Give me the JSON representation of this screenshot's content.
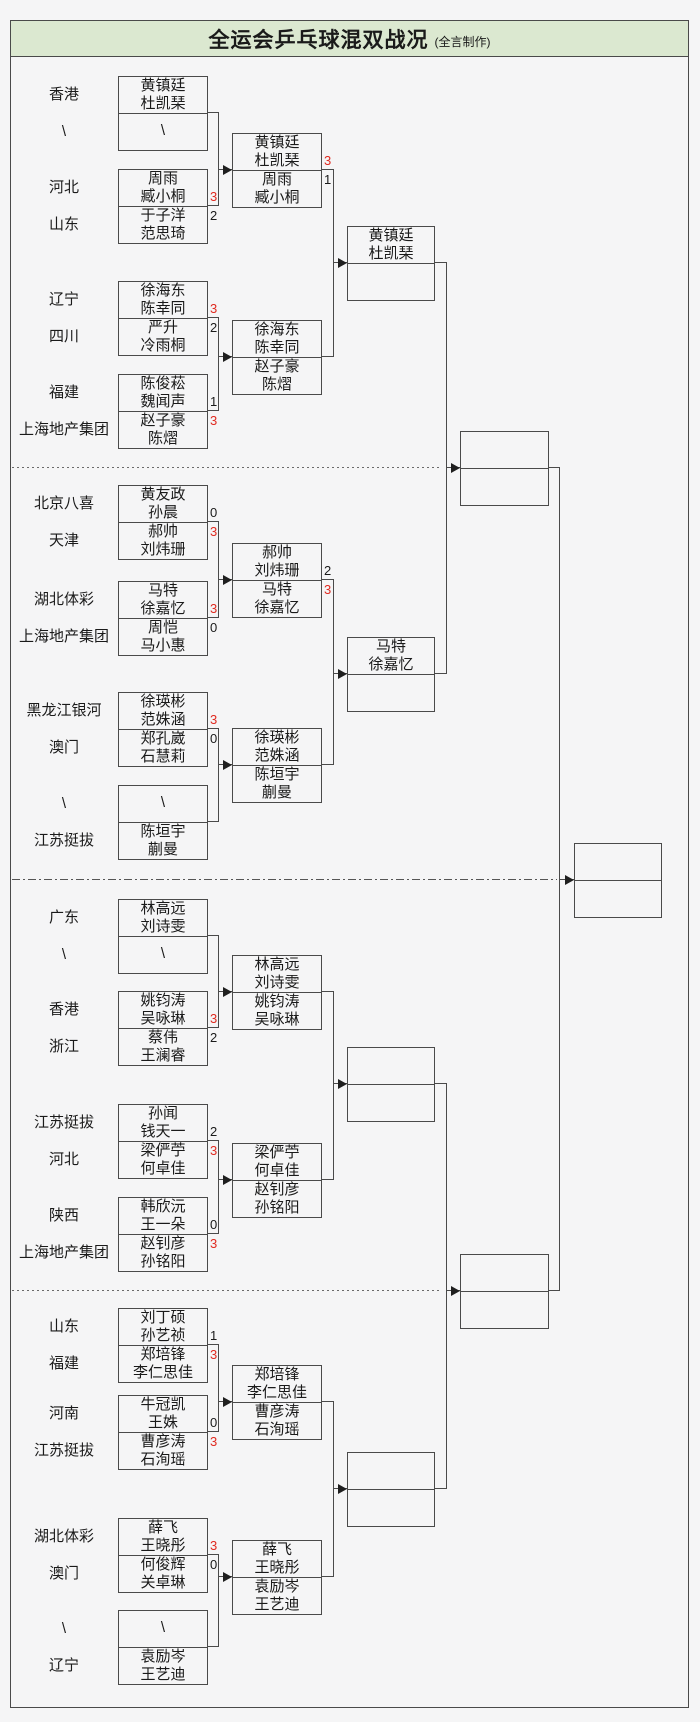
{
  "title": {
    "main": "全运会乒乓球混双战况",
    "credit": "(全言制作)"
  },
  "colors": {
    "header_green": "#dbe8d0",
    "winner_score_red": "#e02a20",
    "line_gray": "#4a4a4a"
  },
  "sections": [
    {
      "r1": [
        {
          "top": {
            "team": "香港",
            "lines": [
              "黄镇廷",
              "杜凯琹"
            ],
            "score": "",
            "win": false
          },
          "bottom": {
            "team": "\\",
            "lines": [
              "\\"
            ],
            "score": "",
            "win": false
          }
        },
        {
          "top": {
            "team": "河北",
            "lines": [
              "周雨",
              "臧小桐"
            ],
            "score": "3",
            "win": true
          },
          "bottom": {
            "team": "山东",
            "lines": [
              "于子洋",
              "范思琦"
            ],
            "score": "2",
            "win": false
          }
        },
        {
          "top": {
            "team": "辽宁",
            "lines": [
              "徐海东",
              "陈幸同"
            ],
            "score": "3",
            "win": true
          },
          "bottom": {
            "team": "四川",
            "lines": [
              "严升",
              "冷雨桐"
            ],
            "score": "2",
            "win": false
          }
        },
        {
          "top": {
            "team": "福建",
            "lines": [
              "陈俊菘",
              "魏闻声"
            ],
            "score": "1",
            "win": false
          },
          "bottom": {
            "team": "上海地产集团",
            "lines": [
              "赵子豪",
              "陈熠"
            ],
            "score": "3",
            "win": true
          }
        }
      ],
      "r2": [
        {
          "top": {
            "lines": [
              "黄镇廷",
              "杜凯琹"
            ],
            "score": "3",
            "win": true
          },
          "bottom": {
            "lines": [
              "周雨",
              "臧小桐"
            ],
            "score": "1",
            "win": false
          }
        },
        {
          "top": {
            "lines": [
              "徐海东",
              "陈幸同"
            ],
            "score": "",
            "win": false
          },
          "bottom": {
            "lines": [
              "赵子豪",
              "陈熠"
            ],
            "score": "",
            "win": false
          }
        }
      ],
      "qf": {
        "top": {
          "lines": [
            "黄镇廷",
            "杜凯琹"
          ],
          "score": "",
          "win": false
        },
        "bottom": {
          "lines": [],
          "score": "",
          "win": false
        }
      }
    },
    {
      "r1": [
        {
          "top": {
            "team": "北京八喜",
            "lines": [
              "黄友政",
              "孙晨"
            ],
            "score": "0",
            "win": false
          },
          "bottom": {
            "team": "天津",
            "lines": [
              "郝帅",
              "刘炜珊"
            ],
            "score": "3",
            "win": true
          }
        },
        {
          "top": {
            "team": "湖北体彩",
            "lines": [
              "马特",
              "徐嘉忆"
            ],
            "score": "3",
            "win": true
          },
          "bottom": {
            "team": "上海地产集团",
            "lines": [
              "周恺",
              "马小惠"
            ],
            "score": "0",
            "win": false
          }
        },
        {
          "top": {
            "team": "黑龙江银河",
            "lines": [
              "徐瑛彬",
              "范姝涵"
            ],
            "score": "3",
            "win": true
          },
          "bottom": {
            "team": "澳门",
            "lines": [
              "郑孔崴",
              "石慧莉"
            ],
            "score": "0",
            "win": false
          }
        },
        {
          "top": {
            "team": "\\",
            "lines": [
              "\\"
            ],
            "score": "",
            "win": false
          },
          "bottom": {
            "team": "江苏挺拔",
            "lines": [
              "陈垣宇",
              "蒯曼"
            ],
            "score": "",
            "win": false
          }
        }
      ],
      "r2": [
        {
          "top": {
            "lines": [
              "郝帅",
              "刘炜珊"
            ],
            "score": "2",
            "win": false
          },
          "bottom": {
            "lines": [
              "马特",
              "徐嘉忆"
            ],
            "score": "3",
            "win": true
          }
        },
        {
          "top": {
            "lines": [
              "徐瑛彬",
              "范姝涵"
            ],
            "score": "",
            "win": false
          },
          "bottom": {
            "lines": [
              "陈垣宇",
              "蒯曼"
            ],
            "score": "",
            "win": false
          }
        }
      ],
      "qf": {
        "top": {
          "lines": [
            "马特",
            "徐嘉忆"
          ],
          "score": "",
          "win": false
        },
        "bottom": {
          "lines": [],
          "score": "",
          "win": false
        }
      }
    },
    {
      "r1": [
        {
          "top": {
            "team": "广东",
            "lines": [
              "林高远",
              "刘诗雯"
            ],
            "score": "",
            "win": false
          },
          "bottom": {
            "team": "\\",
            "lines": [
              "\\"
            ],
            "score": "",
            "win": false
          }
        },
        {
          "top": {
            "team": "香港",
            "lines": [
              "姚钧涛",
              "吴咏琳"
            ],
            "score": "3",
            "win": true
          },
          "bottom": {
            "team": "浙江",
            "lines": [
              "蔡伟",
              "王澜睿"
            ],
            "score": "2",
            "win": false
          }
        },
        {
          "top": {
            "team": "江苏挺拔",
            "lines": [
              "孙闻",
              "钱天一"
            ],
            "score": "2",
            "win": false
          },
          "bottom": {
            "team": "河北",
            "lines": [
              "梁俨苧",
              "何卓佳"
            ],
            "score": "3",
            "win": true
          }
        },
        {
          "top": {
            "team": "陕西",
            "lines": [
              "韩欣沅",
              "王一朵"
            ],
            "score": "0",
            "win": false
          },
          "bottom": {
            "team": "上海地产集团",
            "lines": [
              "赵钊彦",
              "孙铭阳"
            ],
            "score": "3",
            "win": true
          }
        }
      ],
      "r2": [
        {
          "top": {
            "lines": [
              "林高远",
              "刘诗雯"
            ],
            "score": "",
            "win": false
          },
          "bottom": {
            "lines": [
              "姚钧涛",
              "吴咏琳"
            ],
            "score": "",
            "win": false
          }
        },
        {
          "top": {
            "lines": [
              "梁俨苧",
              "何卓佳"
            ],
            "score": "",
            "win": false
          },
          "bottom": {
            "lines": [
              "赵钊彦",
              "孙铭阳"
            ],
            "score": "",
            "win": false
          }
        }
      ],
      "qf": {
        "top": {
          "lines": [],
          "score": "",
          "win": false
        },
        "bottom": {
          "lines": [],
          "score": "",
          "win": false
        }
      }
    },
    {
      "r1": [
        {
          "top": {
            "team": "山东",
            "lines": [
              "刘丁硕",
              "孙艺祯"
            ],
            "score": "1",
            "win": false
          },
          "bottom": {
            "team": "福建",
            "lines": [
              "郑培锋",
              "李仁思佳"
            ],
            "score": "3",
            "win": true
          }
        },
        {
          "top": {
            "team": "河南",
            "lines": [
              "牛冠凯",
              "王姝"
            ],
            "score": "0",
            "win": false
          },
          "bottom": {
            "team": "江苏挺拔",
            "lines": [
              "曹彦涛",
              "石洵瑶"
            ],
            "score": "3",
            "win": true
          }
        },
        {
          "top": {
            "team": "湖北体彩",
            "lines": [
              "薛飞",
              "王晓彤"
            ],
            "score": "3",
            "win": true
          },
          "bottom": {
            "team": "澳门",
            "lines": [
              "何俊辉",
              "关卓琳"
            ],
            "score": "0",
            "win": false
          }
        },
        {
          "top": {
            "team": "\\",
            "lines": [
              "\\"
            ],
            "score": "",
            "win": false
          },
          "bottom": {
            "team": "辽宁",
            "lines": [
              "袁励岑",
              "王艺迪"
            ],
            "score": "",
            "win": false
          }
        }
      ],
      "r2": [
        {
          "top": {
            "lines": [
              "郑培锋",
              "李仁思佳"
            ],
            "score": "",
            "win": false
          },
          "bottom": {
            "lines": [
              "曹彦涛",
              "石洵瑶"
            ],
            "score": "",
            "win": false
          }
        },
        {
          "top": {
            "lines": [
              "薛飞",
              "王晓彤"
            ],
            "score": "",
            "win": false
          },
          "bottom": {
            "lines": [
              "袁励岑",
              "王艺迪"
            ],
            "score": "",
            "win": false
          }
        }
      ],
      "qf": {
        "top": {
          "lines": [],
          "score": "",
          "win": false
        },
        "bottom": {
          "lines": [],
          "score": "",
          "win": false
        }
      }
    }
  ],
  "semifinals": [
    {
      "top": {
        "lines": [],
        "score": "",
        "win": false
      },
      "bottom": {
        "lines": [],
        "score": "",
        "win": false
      }
    },
    {
      "top": {
        "lines": [],
        "score": "",
        "win": false
      },
      "bottom": {
        "lines": [],
        "score": "",
        "win": false
      }
    }
  ],
  "final": {
    "top": {
      "lines": [],
      "score": "",
      "win": false
    },
    "bottom": {
      "lines": [],
      "score": "",
      "win": false
    }
  }
}
